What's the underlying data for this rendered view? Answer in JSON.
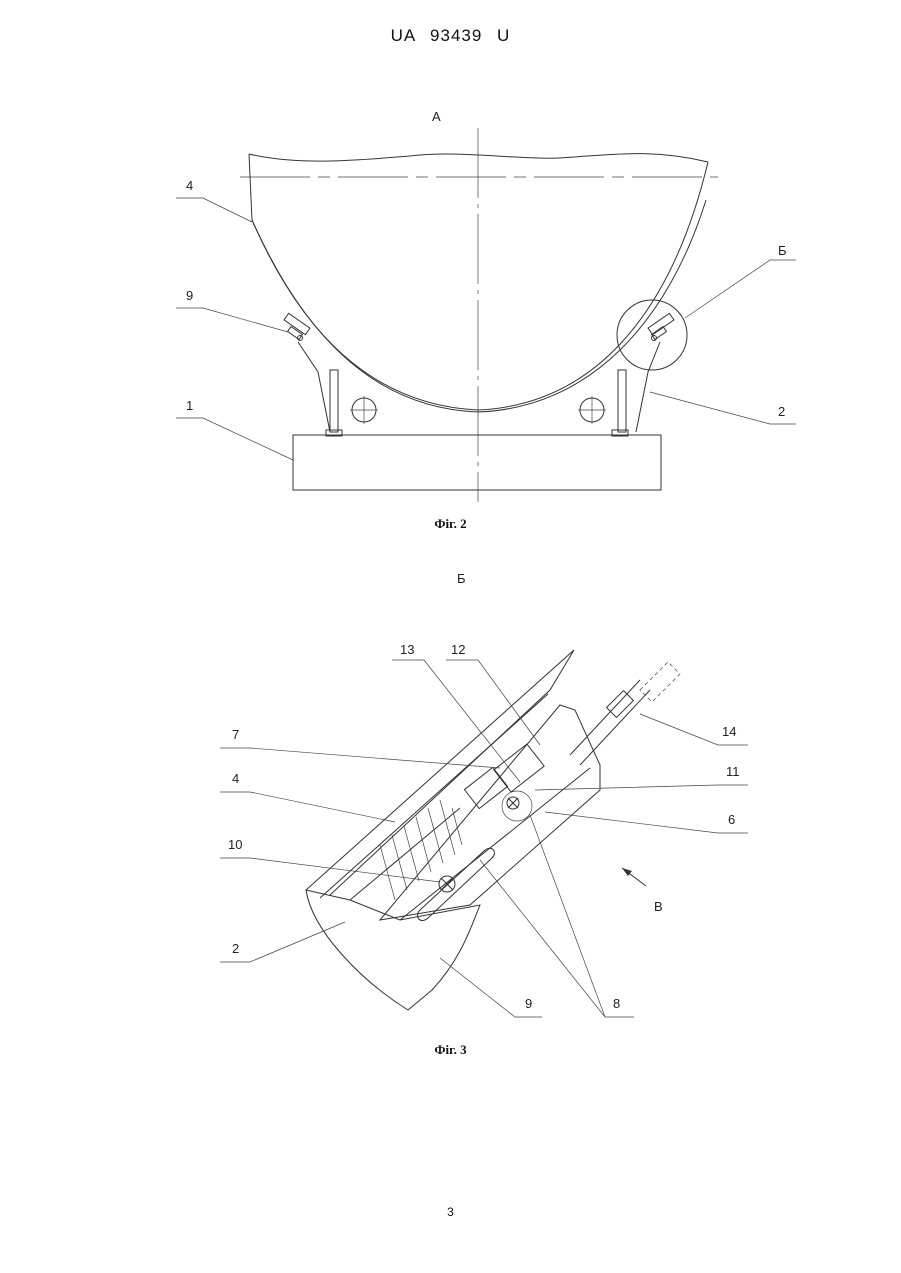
{
  "header": "UA  93439  U",
  "fig2": {
    "view_label": "A",
    "caption": "Фіг. 2",
    "callouts": {
      "c4": "4",
      "c9": "9",
      "c1": "1",
      "cB": "Б",
      "c2": "2"
    }
  },
  "fig3": {
    "section_label": "Б",
    "caption": "Фіг. 3",
    "callouts": {
      "c13": "13",
      "c12": "12",
      "c7": "7",
      "c4": "4",
      "c10": "10",
      "c2": "2",
      "c14": "14",
      "c11": "11",
      "c6": "6",
      "cV": "В",
      "c9": "9",
      "c8": "8"
    }
  },
  "page_number": "3"
}
